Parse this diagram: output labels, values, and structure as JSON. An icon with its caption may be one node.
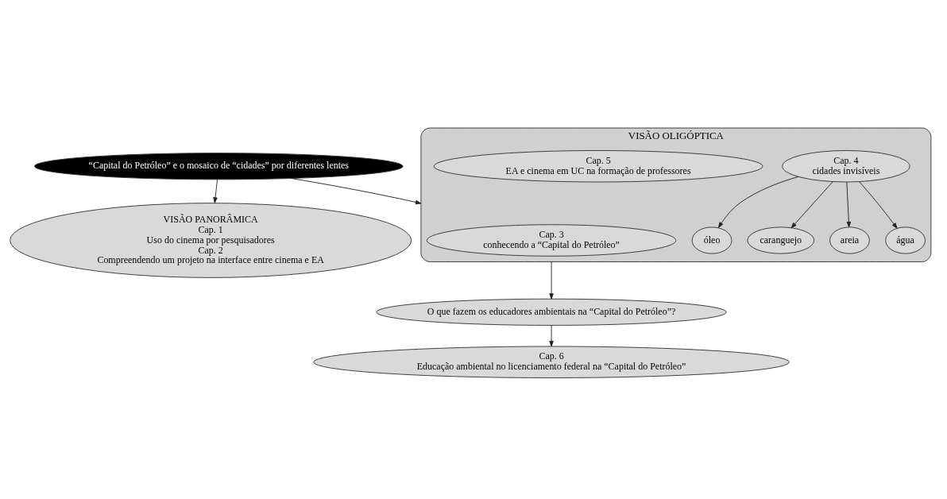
{
  "diagram": {
    "nodes": [
      {
        "text": [
          "“Capital do Petróleo” e o mosaico de “cidades” por diferentes lentes"
        ]
      },
      {
        "text": [
          "VISÃO PANORÂMICA",
          "Cap. 1",
          "Uso do cinema por pesquisadores",
          "Cap. 2",
          "Compreendendo um projeto na interface entre cinema e EA"
        ]
      },
      {
        "text": [
          "VISÃO OLIGÓPTICA"
        ]
      },
      {
        "text": [
          "Cap. 3",
          "conhecendo a “Capital do Petróleo”"
        ],
        "in": 2
      },
      {
        "text": [
          "Cap. 4",
          "cidades invisíveis"
        ],
        "in": 2
      },
      {
        "text": [
          "água"
        ],
        "in": 2
      },
      {
        "text": [
          "óleo"
        ],
        "in": 2
      },
      {
        "text": [
          "caranguejo"
        ],
        "in": 2
      },
      {
        "text": [
          "areia"
        ],
        "in": 2
      },
      {
        "text": [
          "Cap. 5",
          "EA e cinema em UC na formação de professores"
        ],
        "in": 2
      },
      {
        "text": [
          "Cap. 6",
          "Educação ambiental no licenciamento federal na “Capital do Petróleo”"
        ]
      },
      {
        "text": [
          "O que fazem os educadores ambientais na “Capital do Petróleo”?"
        ]
      }
    ],
    "edges": [
      {
        "from": 0,
        "to": 1,
        "arrow": "to"
      },
      {
        "from": 0,
        "to": 2,
        "arrow": "to"
      },
      {
        "from": 4,
        "to": 5,
        "arrow": "to"
      },
      {
        "from": 4,
        "to": 7,
        "arrow": "to"
      },
      {
        "from": 4,
        "to": 8,
        "arrow": "to"
      },
      {
        "from": 4,
        "to": 6,
        "arrow": "to"
      },
      {
        "from": 2,
        "to": 11,
        "arrow": "to"
      },
      {
        "from": 11,
        "to": 10,
        "arrow": "to"
      }
    ]
  }
}
